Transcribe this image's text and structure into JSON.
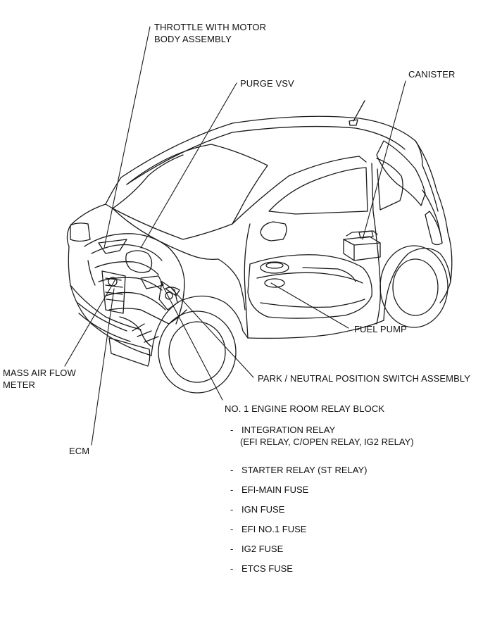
{
  "labels": {
    "throttle_line1": "THROTTLE WITH MOTOR",
    "throttle_line2": "BODY ASSEMBLY",
    "purge_vsv": "PURGE VSV",
    "canister": "CANISTER",
    "fuel_pump": "FUEL PUMP",
    "park_neutral": "PARK / NEUTRAL POSITION SWITCH ASSEMBLY",
    "mass_air_flow_line1": "MASS AIR FLOW",
    "mass_air_flow_line2": "METER",
    "relay_block": "NO. 1 ENGINE ROOM RELAY BLOCK",
    "ecm": "ECM"
  },
  "relay_block_items": [
    {
      "dash": "-",
      "line1": "INTEGRATION RELAY",
      "line2": "(EFI RELAY, C/OPEN RELAY, IG2 RELAY)"
    },
    {
      "dash": "-",
      "line1": "STARTER RELAY (ST RELAY)"
    },
    {
      "dash": "-",
      "line1": "EFI-MAIN FUSE"
    },
    {
      "dash": "-",
      "line1": "IGN FUSE"
    },
    {
      "dash": "-",
      "line1": "EFI NO.1 FUSE"
    },
    {
      "dash": "-",
      "line1": "IG2 FUSE"
    },
    {
      "dash": "-",
      "line1": "ETCS FUSE"
    }
  ],
  "colors": {
    "line": "#1a1a1a",
    "background": "#ffffff"
  }
}
